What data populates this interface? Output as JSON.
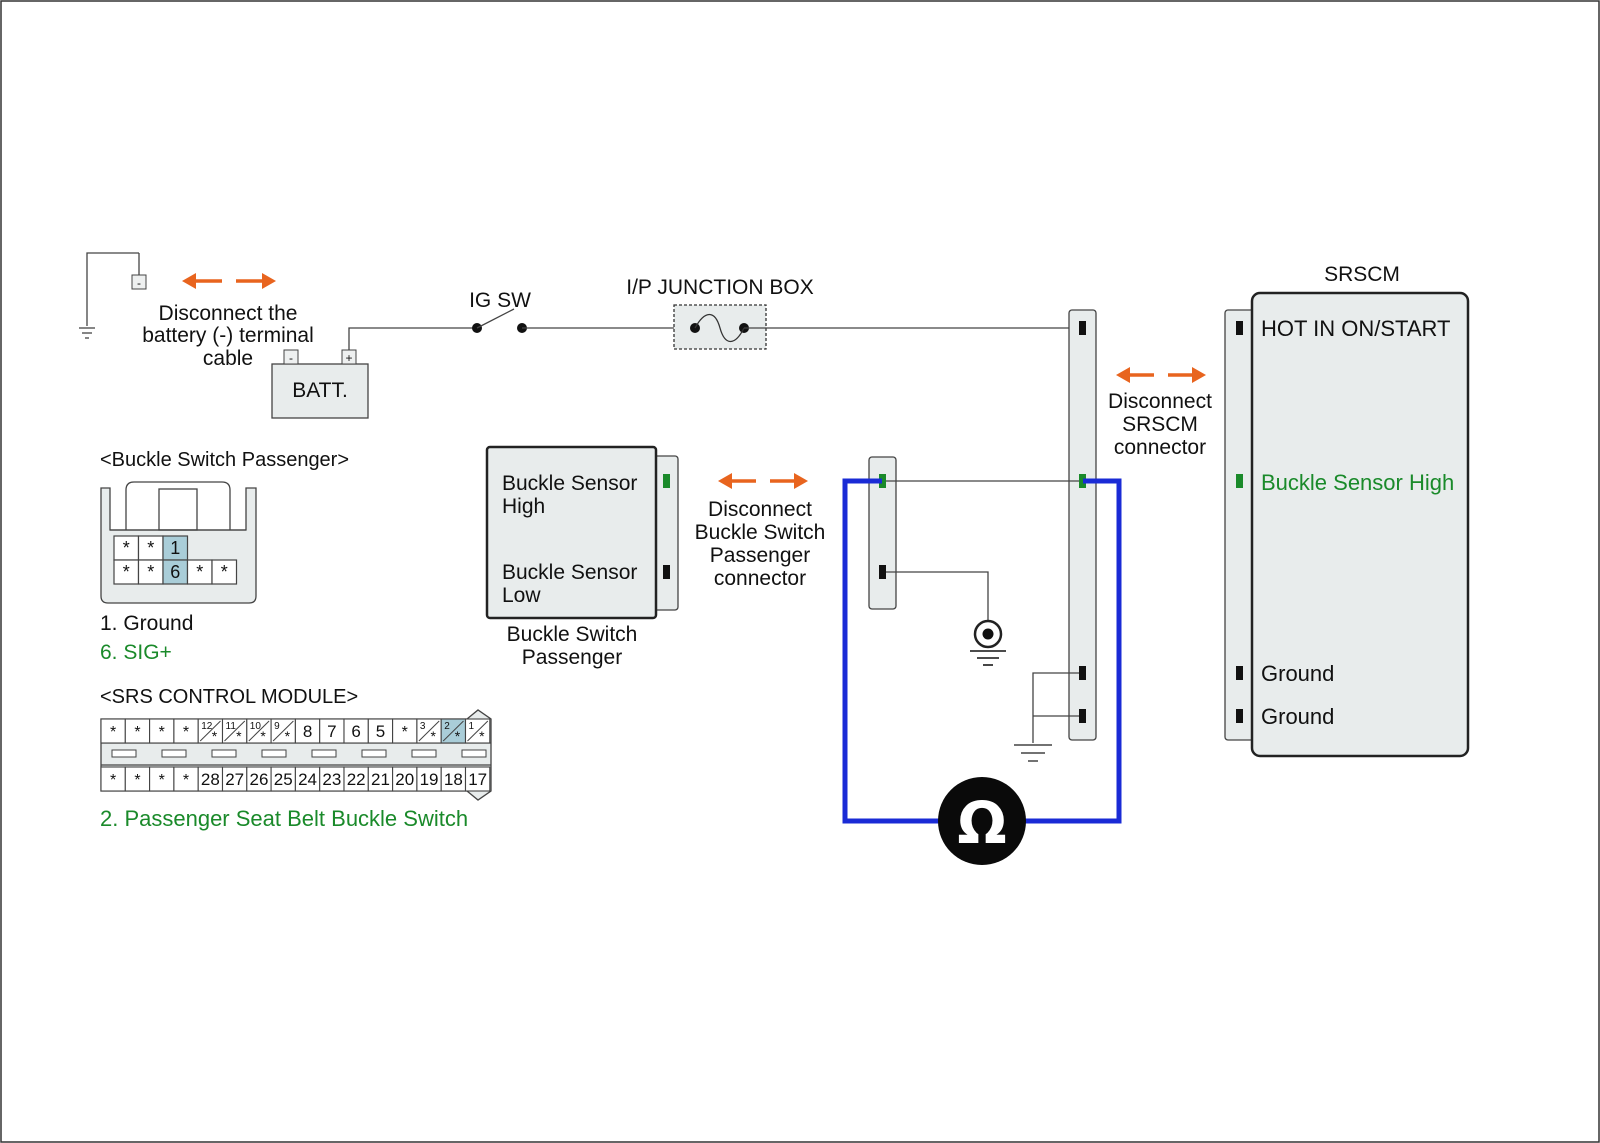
{
  "battery": {
    "neg_mark": "-",
    "pos_mark": "+",
    "label": "BATT."
  },
  "labels": {
    "disconnect_battery": [
      "Disconnect the",
      "battery (-) terminal",
      "cable"
    ],
    "ig_sw": "IG SW",
    "junction_box": "I/P JUNCTION BOX",
    "srscm": "SRSCM",
    "disconnect_srscm": [
      "Disconnect",
      "SRSCM",
      "connector"
    ],
    "disconnect_buckle": [
      "Disconnect",
      "Buckle Switch",
      "Passenger",
      "connector"
    ]
  },
  "srscm_pins": [
    {
      "label": "HOT IN ON/START",
      "color": "#111111"
    },
    {
      "label": "Buckle Sensor High",
      "color": "#1a8a2a"
    },
    {
      "label": "Ground",
      "color": "#111111"
    },
    {
      "label": "Ground",
      "color": "#111111"
    }
  ],
  "buckle_module": {
    "high": [
      "Buckle Sensor",
      "High"
    ],
    "low": [
      "Buckle Sensor",
      "Low"
    ],
    "name": [
      "Buckle Switch",
      "Passenger"
    ]
  },
  "buckle_connector": {
    "title": "<Buckle Switch Passenger>",
    "row1": [
      "*",
      "*",
      "1"
    ],
    "row2": [
      "*",
      "*",
      "6",
      "*",
      "*"
    ],
    "legend": [
      {
        "text": "1. Ground",
        "color": "#111111"
      },
      {
        "text": "6. SIG+",
        "color": "#1a8a2a"
      }
    ]
  },
  "srs_connector": {
    "title": "<SRS CONTROL MODULE>",
    "top_row": [
      "*",
      "*",
      "*",
      "*",
      "12/*",
      "11/*",
      "10/*",
      "9/*",
      "8",
      "7",
      "6",
      "5",
      "*",
      "3/*",
      "2/*",
      "1/*"
    ],
    "bottom_row": [
      "*",
      "*",
      "*",
      "*",
      "28",
      "27",
      "26",
      "25",
      "24",
      "23",
      "22",
      "21",
      "20",
      "19",
      "18",
      "17"
    ],
    "legend": {
      "text": "2. Passenger Seat Belt Buckle Switch",
      "color": "#1a8a2a"
    }
  },
  "meter": {
    "symbol": "Ω"
  },
  "colors": {
    "accent_orange": "#e8641e",
    "pin_green": "#1a8a2a",
    "meter_wire": "#1a2bd6",
    "connector_fill": "#e8ecec",
    "highlight_pin": "#a9cdd8"
  }
}
